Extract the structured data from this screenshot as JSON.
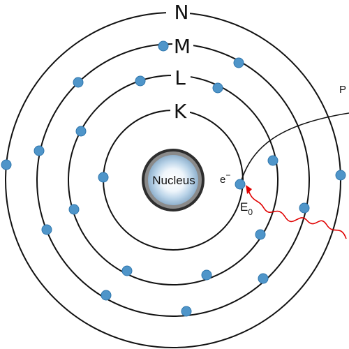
{
  "nucleus": {
    "label": "Nucleus"
  },
  "shells": [
    {
      "label": "K"
    },
    {
      "label": "L"
    },
    {
      "label": "M"
    },
    {
      "label": "N"
    }
  ],
  "electron_label": "e",
  "electron_superscript": "−",
  "photon": {
    "energy_symbol": "E",
    "energy_subscript": "0",
    "color": "#e00000"
  },
  "trajectory_label": "P",
  "colors": {
    "electron": "#4f95c9",
    "electron_stroke": "#2f76ad",
    "orbit": "#111111",
    "nucleus_ring": "#3a3a3a"
  }
}
